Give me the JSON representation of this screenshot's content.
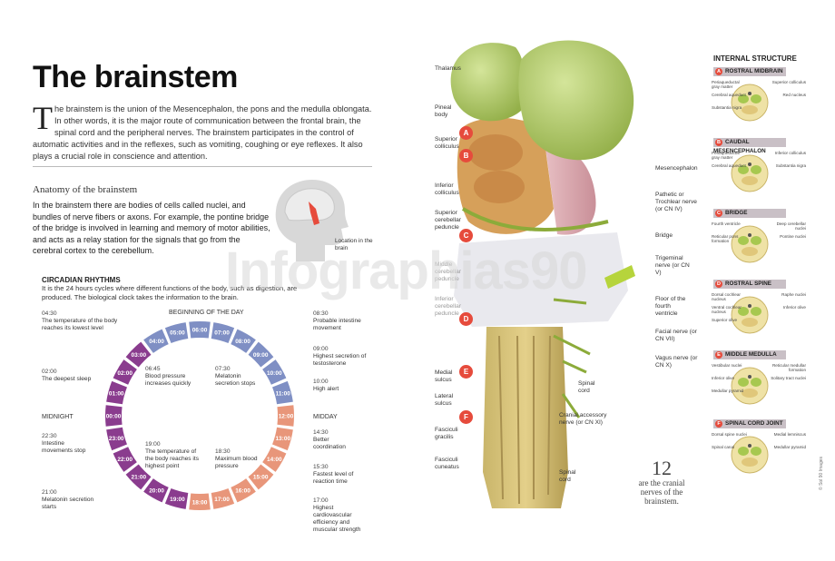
{
  "title": "The brainstem",
  "intro": {
    "drop": "T",
    "text": "he brainstem is the union of the Mesencephalon, the pons and the medulla oblongata. In other words, it is the major route of communication between the frontal brain, the spinal cord and the peripheral nerves. The brainstem participates in the control of automatic activities and in the reflexes, such as vomiting, coughing or eye reflexes. It also plays a crucial role in conscience and attention."
  },
  "anatomy": {
    "heading": "Anatomy of the brainstem",
    "text": "In the brainstem there are bodies of cells called nuclei, and bundles of nerve fibers or axons. For example, the pontine bridge of the bridge is involved in learning and memory of motor abilities, and acts as a relay station for the signals that go from the cerebral cortex to the cerebellum.",
    "location_label": "Location in the brain"
  },
  "circadian": {
    "heading": "CIRCADIAN RHYTHMS",
    "text": "It is the 24 hours cycles where different functions of the body, such as digestion, are produced. The biological clock takes the information to the brain.",
    "beginning": "BEGINNING OF THE DAY",
    "midnight": "MIDNIGHT",
    "midday": "MIDDAY",
    "hours": [
      "00:00",
      "01:00",
      "02:00",
      "03:00",
      "04:00",
      "05:00",
      "06:00",
      "07:00",
      "08:00",
      "09:00",
      "10:00",
      "11:00",
      "12:00",
      "13:00",
      "14:00",
      "15:00",
      "16:00",
      "17:00",
      "18:00",
      "19:00",
      "20:00",
      "21:00",
      "22:00",
      "23:00"
    ],
    "events": [
      {
        "time": "04:30",
        "text": "The temperature of the body reaches its lowest level"
      },
      {
        "time": "02:00",
        "text": "The deepest sleep"
      },
      {
        "time": "22:30",
        "text": "Intestine movements stop"
      },
      {
        "time": "21:00",
        "text": "Melatonin secretion starts"
      },
      {
        "time": "06:45",
        "text": "Blood pressure increases quickly"
      },
      {
        "time": "07:30",
        "text": "Melatonin secretion stops"
      },
      {
        "time": "19:00",
        "text": "The temperature of the body reaches its highest point"
      },
      {
        "time": "18:30",
        "text": "Maximum blood pressure"
      },
      {
        "time": "08:30",
        "text": "Probable intestine movement"
      },
      {
        "time": "09:00",
        "text": "Highest secretion of testosterone"
      },
      {
        "time": "10:00",
        "text": "High alert"
      },
      {
        "time": "14:30",
        "text": "Better coordination"
      },
      {
        "time": "15:30",
        "text": "Fastest level of reaction time"
      },
      {
        "time": "17:00",
        "text": "Highest cardiovascular efficiency and muscular strength"
      }
    ]
  },
  "brain_labels": {
    "left": [
      "Thalamus",
      "Pineal body",
      "Superior colliculus",
      "Inferior colliculus",
      "Superior cerebellar peduncle",
      "Middle cerebellar peduncle",
      "Inferior cerebellar peduncle",
      "Medial sulcus",
      "Lateral sulcus",
      "Fasciculi gracilis",
      "Fasciculi cuneatus"
    ],
    "right": [
      "Mesencephalon",
      "Pathetic or Trochlear nerve (or CN IV)",
      "Bridge",
      "Trigeminal nerve (or CN V)",
      "Floor of the fourth ventricle",
      "Facial nerve (or CN VII)",
      "Vagus nerve (or CN X)",
      "Spinal cord",
      "Cranial accessory nerve (or CN XI)",
      "Spinal cord"
    ],
    "badges": [
      "A",
      "B",
      "C",
      "D",
      "E",
      "F"
    ]
  },
  "internal": {
    "title": "INTERNAL STRUCTURE",
    "sections": [
      {
        "n": "A",
        "name": "ROSTRAL MIDBRAIN",
        "labels": [
          "Periaqueductal gray matter",
          "Superior colliculus",
          "Cerebral aqueduct",
          "Red nucleus",
          "Substantia nigra"
        ]
      },
      {
        "n": "B",
        "name": "CAUDAL MESENCEPHALON",
        "labels": [
          "Periaqueductal gray matter",
          "Inferior colliculus",
          "Cerebral aqueduct",
          "Substantia nigra"
        ]
      },
      {
        "n": "C",
        "name": "BRIDGE",
        "labels": [
          "Fourth ventricle",
          "Deep cerebellar nuclei",
          "Reticular pons formation",
          "Pontine nuclei"
        ]
      },
      {
        "n": "D",
        "name": "ROSTRAL SPINE",
        "labels": [
          "Dorsal cochlear nucleus",
          "Raphe nuclei",
          "Ventral cochlear nucleus",
          "Inferior olive",
          "Superior olive"
        ]
      },
      {
        "n": "E",
        "name": "MIDDLE MEDULLA",
        "labels": [
          "Vestibular nuclei",
          "Reticular medullar formation",
          "Inferior olive",
          "Solitary tract nuclei",
          "Medullar pyramid"
        ]
      },
      {
        "n": "F",
        "name": "SPINAL CORD JOINT",
        "labels": [
          "Dorsal spine nuclei",
          "Medial lemniscus",
          "Spinal canal",
          "Medullar pyramid"
        ]
      }
    ]
  },
  "fact": {
    "number": "12",
    "text": "are the cranial nerves of the brainstem."
  },
  "credit": "© Sol 90 Images",
  "watermark": "Infographias90",
  "colors": {
    "day": "#7f8fc4",
    "afternoon": "#e8967a",
    "night": "#8a3c8e",
    "brain_green": "#b6cf6a",
    "badge": "#e64b3c"
  }
}
